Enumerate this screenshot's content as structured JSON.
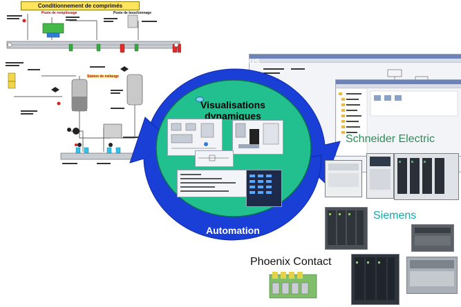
{
  "scada": {
    "title": "Conditionnement de comprimés",
    "station_remplissage": "Poste de remplissage",
    "station_bouchonnage": "Poste de bouchonnage",
    "station_melange": "Station de mélange"
  },
  "center": {
    "title_line1": "Visualisations",
    "title_line2": "dynamiques"
  },
  "cycle": {
    "top_label": "processus",
    "bottom_label": "Automation"
  },
  "vendors": {
    "schneider": "Schneider Electric",
    "siemens": "Siemens",
    "phoenix": "Phoenix Contact"
  },
  "colors": {
    "ring": "#1a3fd6",
    "ring_edge": "#0c2aa8",
    "disc": "#21c08e",
    "schneider": "#2e8b57",
    "siemens": "#1aa6a6",
    "phoenix": "#111111"
  }
}
